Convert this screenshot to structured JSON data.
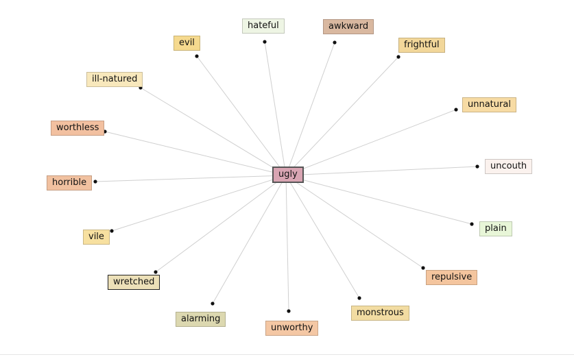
{
  "center": {
    "label": "ugly",
    "color": "#d9a5b3"
  },
  "related_words": [
    {
      "label": "hateful",
      "color": "#eef5e4"
    },
    {
      "label": "awkward",
      "color": "#d9b8a0"
    },
    {
      "label": "frightful",
      "color": "#f2d79a"
    },
    {
      "label": "unnatural",
      "color": "#f7dba4"
    },
    {
      "label": "uncouth",
      "color": "#fbf2ee"
    },
    {
      "label": "plain",
      "color": "#e8f6d8"
    },
    {
      "label": "repulsive",
      "color": "#f4c59e"
    },
    {
      "label": "monstrous",
      "color": "#f2dca2"
    },
    {
      "label": "unworthy",
      "color": "#f4c7a4"
    },
    {
      "label": "alarming",
      "color": "#dcd8b0"
    },
    {
      "label": "wretched",
      "color": "#ece0b8"
    },
    {
      "label": "vile",
      "color": "#f7e0a0"
    },
    {
      "label": "horrible",
      "color": "#f1c1a0"
    },
    {
      "label": "worthless",
      "color": "#f2c0a0"
    },
    {
      "label": "ill-natured",
      "color": "#f8e8bc"
    },
    {
      "label": "evil",
      "color": "#f5d98e"
    }
  ]
}
